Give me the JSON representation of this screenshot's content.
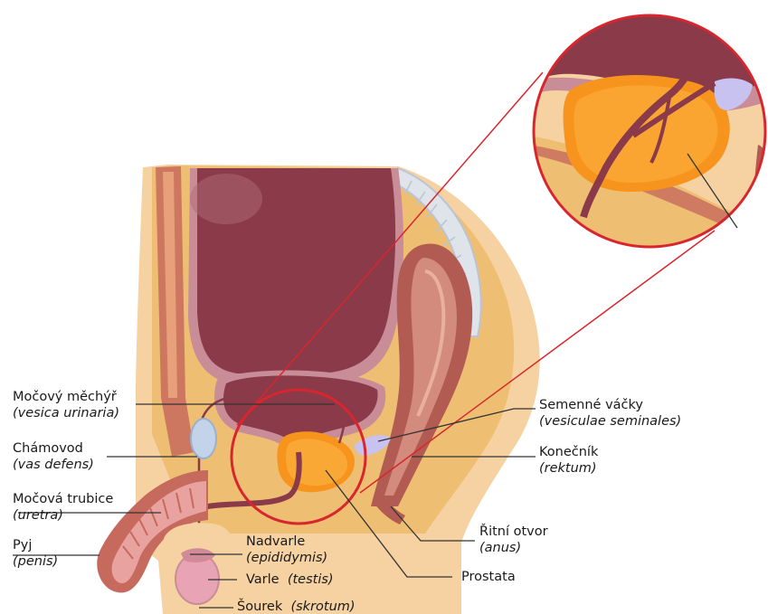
{
  "labels": {
    "bladder": {
      "name": "Močový měchýř",
      "latin": "(vesica urinaria)"
    },
    "vas_deferens": {
      "name": "Chámovod",
      "latin": "(vas defens)"
    },
    "urethra": {
      "name": "Močová trubice",
      "latin": "(uretra)"
    },
    "penis": {
      "name": "Pyj",
      "latin": "(penis)"
    },
    "epididymis": {
      "name": "Nadvarle",
      "latin": "(epididymis)"
    },
    "testis": {
      "name": "Varle",
      "latin": "(testis)"
    },
    "scrotum": {
      "name": "Šourek",
      "latin": "(skrotum)"
    },
    "seminal_vesicles": {
      "name": "Semenné váčky",
      "latin": "(vesiculae seminales)"
    },
    "rectum": {
      "name": "Konečník",
      "latin": "(rektum)"
    },
    "anus": {
      "name": "Řitní otvor",
      "latin": "(anus)"
    },
    "prostate": {
      "name": "Prostata"
    }
  },
  "colors": {
    "skin": "#f6d2a2",
    "fat": "#eebf72",
    "bladder_wall": "#c98d97",
    "bladder_inner": "#8a3a48",
    "rectum": "#b25b52",
    "prostate": "#f7941d",
    "vesicle": "#c7c2f0",
    "highlight_circle": "#d7262d",
    "leader_line": "#333333"
  }
}
